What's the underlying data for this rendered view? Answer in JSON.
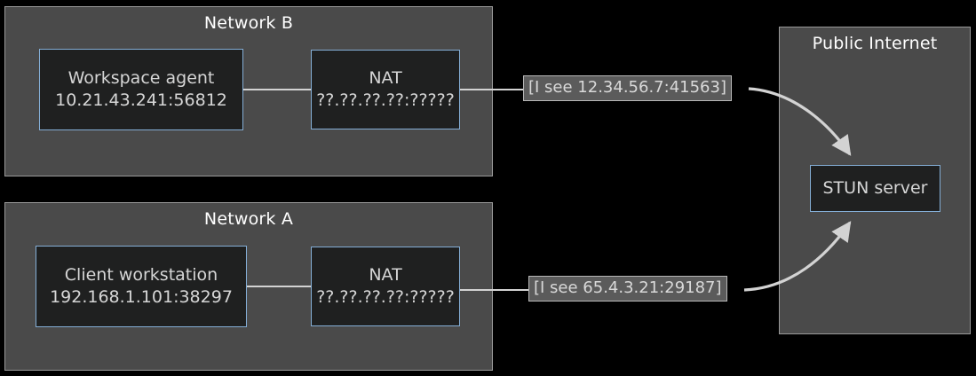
{
  "diagram": {
    "title_present": false,
    "background": "#000000",
    "colors": {
      "subgraph_fill": "#4a4a4a",
      "subgraph_border": "#9a9a9a",
      "node_fill": "#1f2020",
      "node_border": "#84aed6",
      "node_text": "#d6d6d6",
      "edge_line": "#d3d3d3",
      "edge_label_fill": "#5b5b5b",
      "edge_label_border": "#b8b8b8",
      "subgraph_title_text": "#ffffff"
    }
  },
  "clusters": [
    {
      "id": "network-b",
      "title": "Network B"
    },
    {
      "id": "network-a",
      "title": "Network A"
    },
    {
      "id": "public-internet",
      "title": "Public Internet"
    }
  ],
  "nodes": {
    "workspace_agent": {
      "line1": "Workspace agent",
      "line2": "10.21.43.241:56812"
    },
    "nat_b": {
      "line1": "NAT",
      "line2": "??.??.??.??:?????"
    },
    "client_workstation": {
      "line1": "Client workstation",
      "line2": "192.168.1.101:38297"
    },
    "nat_a": {
      "line1": "NAT",
      "line2": "??.??.??.??:?????"
    },
    "stun_server": {
      "line1": "STUN server",
      "line2": ""
    }
  },
  "edges": [
    {
      "id": "agent-to-nat-b",
      "from": "workspace_agent",
      "to": "nat_b",
      "label": "",
      "arrow": false
    },
    {
      "id": "nat-b-to-stun",
      "from": "nat_b",
      "to": "stun_server",
      "label": "[I see 12.34.56.7:41563]",
      "arrow": true
    },
    {
      "id": "client-to-nat-a",
      "from": "client_workstation",
      "to": "nat_a",
      "label": "",
      "arrow": false
    },
    {
      "id": "nat-a-to-stun",
      "from": "nat_a",
      "to": "stun_server",
      "label": "[I see 65.4.3.21:29187]",
      "arrow": true
    }
  ]
}
